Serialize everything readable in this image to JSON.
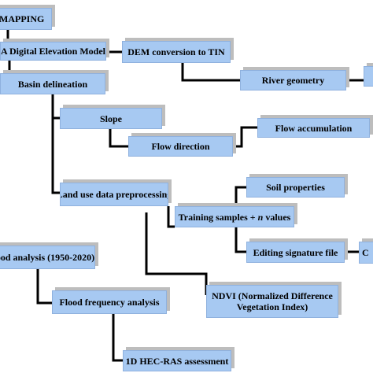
{
  "nodes": {
    "mapping": "MAPPING",
    "dem": "A Digital Elevation Model",
    "dem_tin": "DEM  conversion to TIN",
    "river_geometry": "River geometry",
    "basin": "Basin delineation",
    "slope": "Slope",
    "flow_direction": "Flow direction",
    "flow_accumulation": "Flow accumulation",
    "land_use": "Land use data preprocessing",
    "soil": "Soil properties",
    "training_prefix": "Training samples + ",
    "training_n": "n",
    "training_suffix": " values",
    "editing": "Editing signature file",
    "flood_analysis": "ood analysis (1950-2020)",
    "flood_frequency": "Flood frequency analysis",
    "ndvi_line1": "NDVI (Normalized Difference",
    "ndvi_line2": "Vegetation Index)",
    "hecras": "1D HEC-RAS assessment",
    "edge_fragment": "C"
  },
  "colors": {
    "box_fill": "#a7c9f2",
    "box_shadow": "#bdbdbd",
    "connector": "#000000"
  }
}
